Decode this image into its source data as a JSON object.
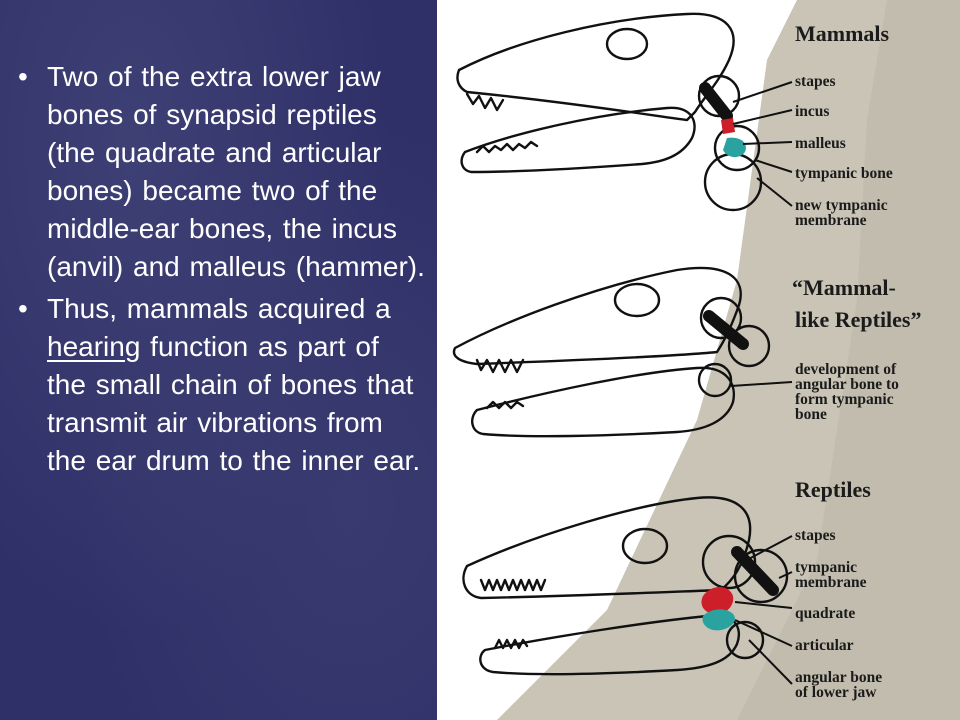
{
  "bullets": {
    "first": [
      "Two of the extra lower jaw bones of synapsid reptiles (the quadrate and articular bones) became two of the middle-ear bones, the incus (anvil) and malleus (hammer)."
    ],
    "second": {
      "before": "Thus, mammals acquired a ",
      "link": "hearing",
      "after": " function as part of the small chain of bones that transmit air vibrations from the ear drum to the inner ear."
    }
  },
  "diagram": {
    "mammals": {
      "heading": "Mammals",
      "labels": [
        "stapes",
        "incus",
        "malleus",
        "tympanic bone",
        "new tympanic",
        "membrane"
      ]
    },
    "mammal_like": {
      "heading_1": "“Mammal-",
      "heading_2": "like Reptiles”",
      "labels": [
        "development of",
        "angular bone to",
        "form tympanic",
        "bone"
      ]
    },
    "reptiles": {
      "heading": "Reptiles",
      "labels": [
        "stapes",
        "tympanic",
        "membrane",
        "quadrate",
        "articular",
        "angular bone",
        "of lower jaw"
      ]
    }
  },
  "colors": {
    "panel": "#2f3068",
    "text": "#ffffff",
    "red_bone": "#cc1f2a",
    "teal_bone": "#2aa3a0",
    "stone": "#c9c4b6"
  }
}
